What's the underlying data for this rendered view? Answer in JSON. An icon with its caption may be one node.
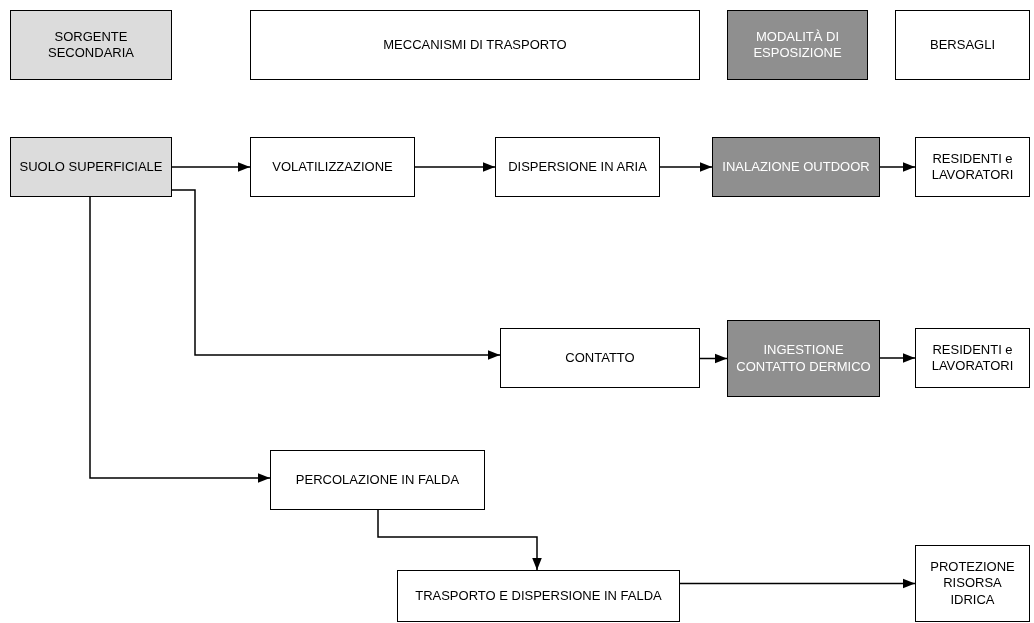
{
  "diagram": {
    "nodes": [
      {
        "text": [
          "SORGENTE SECONDARIA"
        ]
      },
      {
        "text": [
          "MECCANISMI DI TRASPORTO"
        ]
      },
      {
        "text": [
          "MODALITÀ DI ESPOSIZIONE"
        ]
      },
      {
        "text": [
          "BERSAGLI"
        ]
      },
      {
        "text": [
          "SUOLO SUPERFICIALE"
        ]
      },
      {
        "text": [
          "VOLATILIZZAZIONE"
        ]
      },
      {
        "text": [
          "DISPERSIONE IN ARIA"
        ]
      },
      {
        "text": [
          "INALAZIONE OUTDOOR"
        ]
      },
      {
        "text": [
          "RESIDENTI e LAVORATORI"
        ]
      },
      {
        "text": [
          "CONTATTO"
        ]
      },
      {
        "text": [
          "INGESTIONE CONTATTO DERMICO"
        ]
      },
      {
        "text": [
          "RESIDENTI e LAVORATORI"
        ]
      },
      {
        "text": [
          "PERCOLAZIONE IN FALDA"
        ]
      },
      {
        "text": [
          "TRASPORTO E DISPERSIONE IN FALDA"
        ]
      },
      {
        "text": [
          "PROTEZIONE RISORSA IDRICA"
        ]
      }
    ],
    "edges": [
      {
        "from": 4,
        "to": 5,
        "arrow": "to"
      },
      {
        "from": 4,
        "to": 9,
        "arrow": "to"
      },
      {
        "from": 4,
        "to": 12,
        "arrow": "to"
      },
      {
        "from": 5,
        "to": 6,
        "arrow": "to"
      },
      {
        "from": 6,
        "to": 7,
        "arrow": "to"
      },
      {
        "from": 7,
        "to": 8,
        "arrow": "to"
      },
      {
        "from": 9,
        "to": 10,
        "arrow": "to"
      },
      {
        "from": 10,
        "to": 11,
        "arrow": "to"
      },
      {
        "from": 12,
        "to": 13,
        "arrow": "to"
      },
      {
        "from": 13,
        "to": 14,
        "arrow": "to"
      }
    ]
  }
}
